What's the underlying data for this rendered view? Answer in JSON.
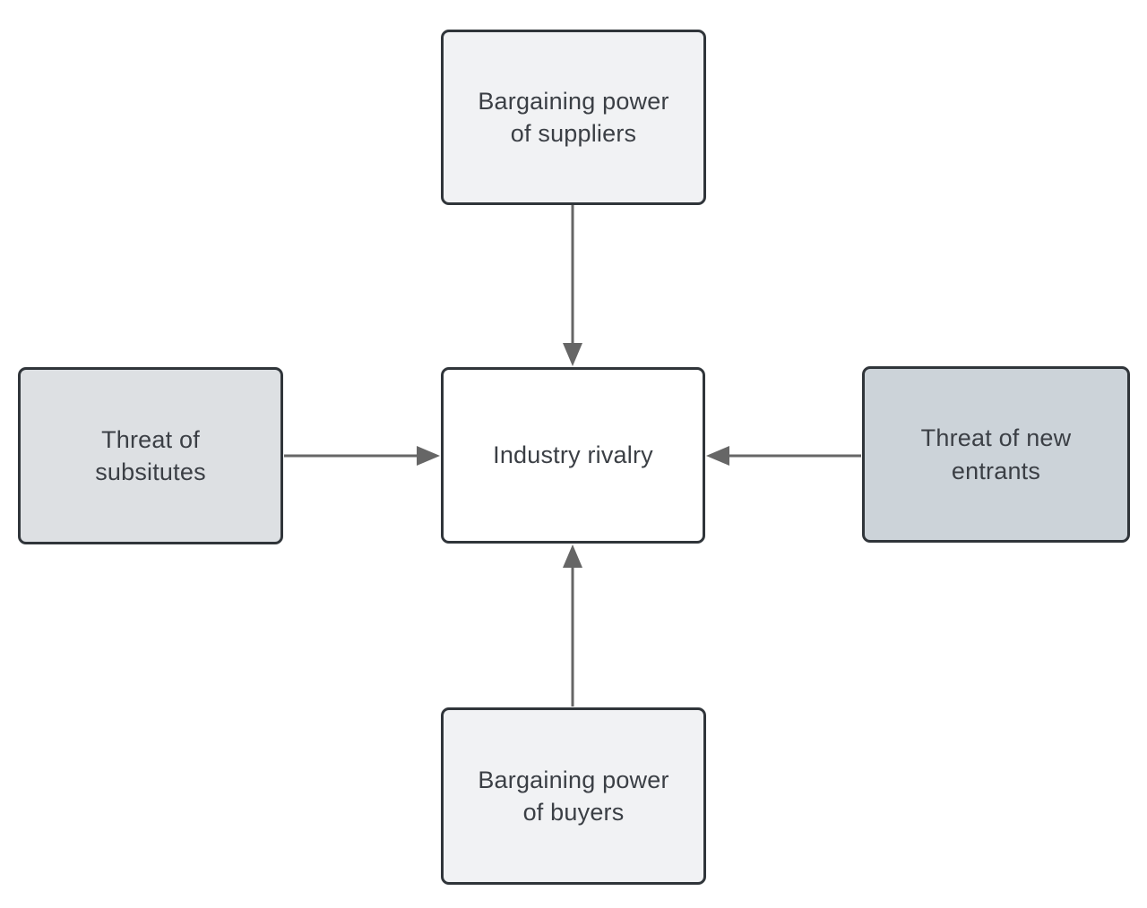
{
  "diagram": {
    "name": "five-forces-diagram",
    "background_color": "#ffffff",
    "border_color": "#30353a",
    "text_color": "#3b3f45",
    "arrow_color": "#666666",
    "nodes": [
      {
        "id": "suppliers",
        "lines": [
          "Bargaining power",
          "of suppliers"
        ],
        "fill": "#f1f2f4"
      },
      {
        "id": "substitutes",
        "lines": [
          "Threat of",
          "subsitutes"
        ],
        "fill": "#dde0e3"
      },
      {
        "id": "rivalry",
        "lines": [
          "Industry rivalry"
        ],
        "fill": "#ffffff"
      },
      {
        "id": "new-entrants",
        "lines": [
          "Threat of new",
          "entrants"
        ],
        "fill": "#ccd3d9"
      },
      {
        "id": "buyers",
        "lines": [
          "Bargaining power",
          "of buyers"
        ],
        "fill": "#f1f2f4"
      }
    ],
    "connections": [
      {
        "from": "suppliers",
        "to": "rivalry",
        "direction": "down"
      },
      {
        "from": "substitutes",
        "to": "rivalry",
        "direction": "right"
      },
      {
        "from": "new-entrants",
        "to": "rivalry",
        "direction": "left"
      },
      {
        "from": "buyers",
        "to": "rivalry",
        "direction": "up"
      }
    ]
  }
}
